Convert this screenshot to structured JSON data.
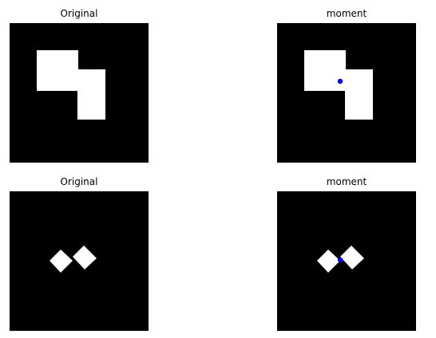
{
  "figure": {
    "panels": [
      {
        "title": "Original",
        "shape": "stepped-rectangles",
        "show_centroid": false
      },
      {
        "title": "moment",
        "shape": "stepped-rectangles",
        "show_centroid": true
      },
      {
        "title": "Original",
        "shape": "rotated-squares",
        "show_centroid": false
      },
      {
        "title": "moment",
        "shape": "rotated-squares",
        "show_centroid": true
      }
    ],
    "colors": {
      "background": "#000000",
      "shape": "#ffffff",
      "centroid": "#0000ff"
    }
  }
}
